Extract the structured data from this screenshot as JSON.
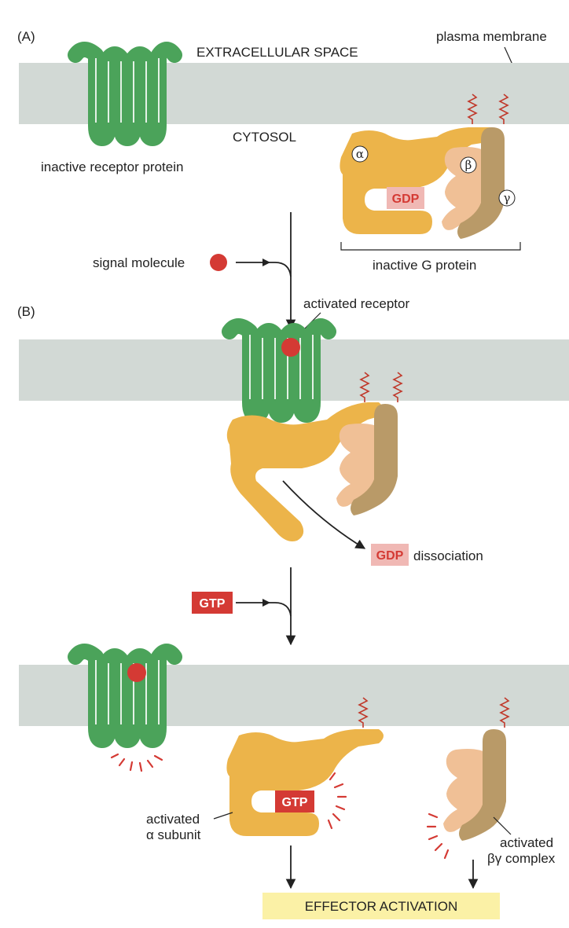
{
  "panels": {
    "a": "(A)",
    "b": "(B)"
  },
  "labels": {
    "extracellular_space": "EXTRACELLULAR SPACE",
    "cytosol": "CYTOSOL",
    "plasma_membrane": "plasma membrane",
    "inactive_receptor": "inactive receptor protein",
    "inactive_g_protein": "inactive G protein",
    "signal_molecule": "signal molecule",
    "activated_receptor": "activated receptor",
    "dissociation": "dissociation",
    "activated_alpha_line1": "activated",
    "activated_alpha_line2": "α subunit",
    "activated_bg_line1": "activated",
    "activated_bg_line2": "βγ complex",
    "effector_activation": "EFFECTOR ACTIVATION"
  },
  "subunits": {
    "alpha": "α",
    "beta": "β",
    "gamma": "γ"
  },
  "nucleotides": {
    "gdp": "GDP",
    "gtp": "GTP"
  },
  "colors": {
    "membrane": "#d2d9d5",
    "receptor": "#4ba35a",
    "alpha_subunit": "#ecb44a",
    "beta_subunit": "#f0c096",
    "gamma_subunit": "#b99a68",
    "signal_molecule": "#d43a34",
    "gdp_box": "#f0b8b4",
    "gtp_box": "#d43a34",
    "effector_box": "#fbf1a6",
    "lipid_anchor": "#c0392b"
  }
}
